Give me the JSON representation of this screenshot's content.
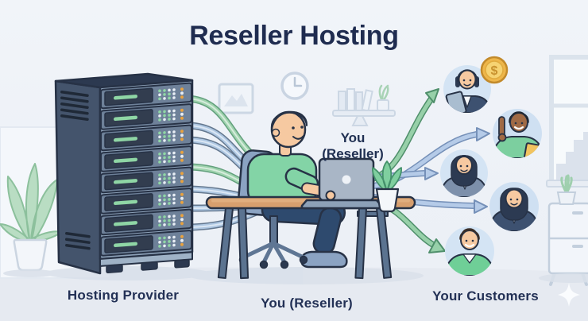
{
  "title": "Reseller Hosting",
  "labels": {
    "provider": "Hosting Provider",
    "reseller_wall_top": "You",
    "reseller_wall_bottom": "(Reseller)",
    "reseller_bottom": "You (Reseller)",
    "customers": "Your Customers"
  },
  "icons": {
    "coin_symbol": "$",
    "decorations": [
      "wall-clock-icon",
      "picture-frame-icon",
      "book-shelf-icon",
      "window-icon",
      "dresser-icon",
      "sparkle-icon",
      "potted-plant-icon",
      "desk-plant-icon",
      "dollar-coin-icon"
    ]
  },
  "customers": {
    "count": 5,
    "avatars": [
      {
        "id": "customer-1",
        "depicts": "woman holding tablet"
      },
      {
        "id": "customer-2",
        "depicts": "man pointing up with folder"
      },
      {
        "id": "customer-3",
        "depicts": "woman in gray blazer"
      },
      {
        "id": "customer-4",
        "depicts": "woman in navy blazer"
      },
      {
        "id": "customer-5",
        "depicts": "man in green sweater"
      }
    ]
  },
  "colors": {
    "background": "#eef1f7",
    "floor": "#e6eaf1",
    "heading_text": "#1f2c50",
    "accent_green": "#97d0a9",
    "accent_blue": "#b5cbe8",
    "outline_dark": "#273246",
    "server_body": "#8da1b8",
    "server_panel": "#323d4f",
    "led_green": "#8fd6a5",
    "led_orange": "#e8a23f",
    "coin_gold": "#eeb64a",
    "skin": "#f6c9a1",
    "shirt_green": "#83d4a6",
    "desk_wood": "#d79f6e"
  }
}
